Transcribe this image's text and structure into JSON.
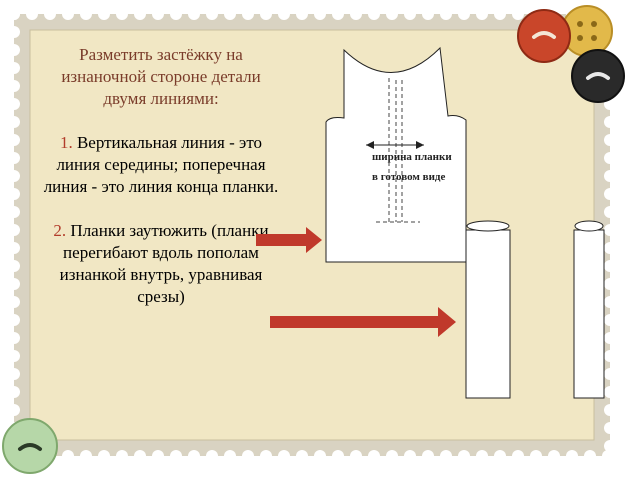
{
  "slide": {
    "heading": "Разметить застёжку на изнаночной стороне детали двумя линиями:",
    "step1": {
      "number": "1.",
      "text": " Вертикальная линия - это линия середины; поперечная линия - это линия конца планки."
    },
    "step2": {
      "number": "2.",
      "text": " Планки заутюжить (планки перегибают вдоль пополам изнанкой внутрь, уравнивая срезы)"
    }
  },
  "diagram": {
    "label_line1": "ширина планки",
    "label_line2": "в готовом виде"
  },
  "colors": {
    "frame": "#f1e7c4",
    "stamp_edge": "#d8d2c0",
    "arrow": "#c0392b",
    "heading": "#7a3c2a",
    "number": "#b23c2a"
  },
  "icons": [
    "red-button-icon",
    "yellow-button-icon",
    "black-button-icon",
    "green-button-icon"
  ]
}
